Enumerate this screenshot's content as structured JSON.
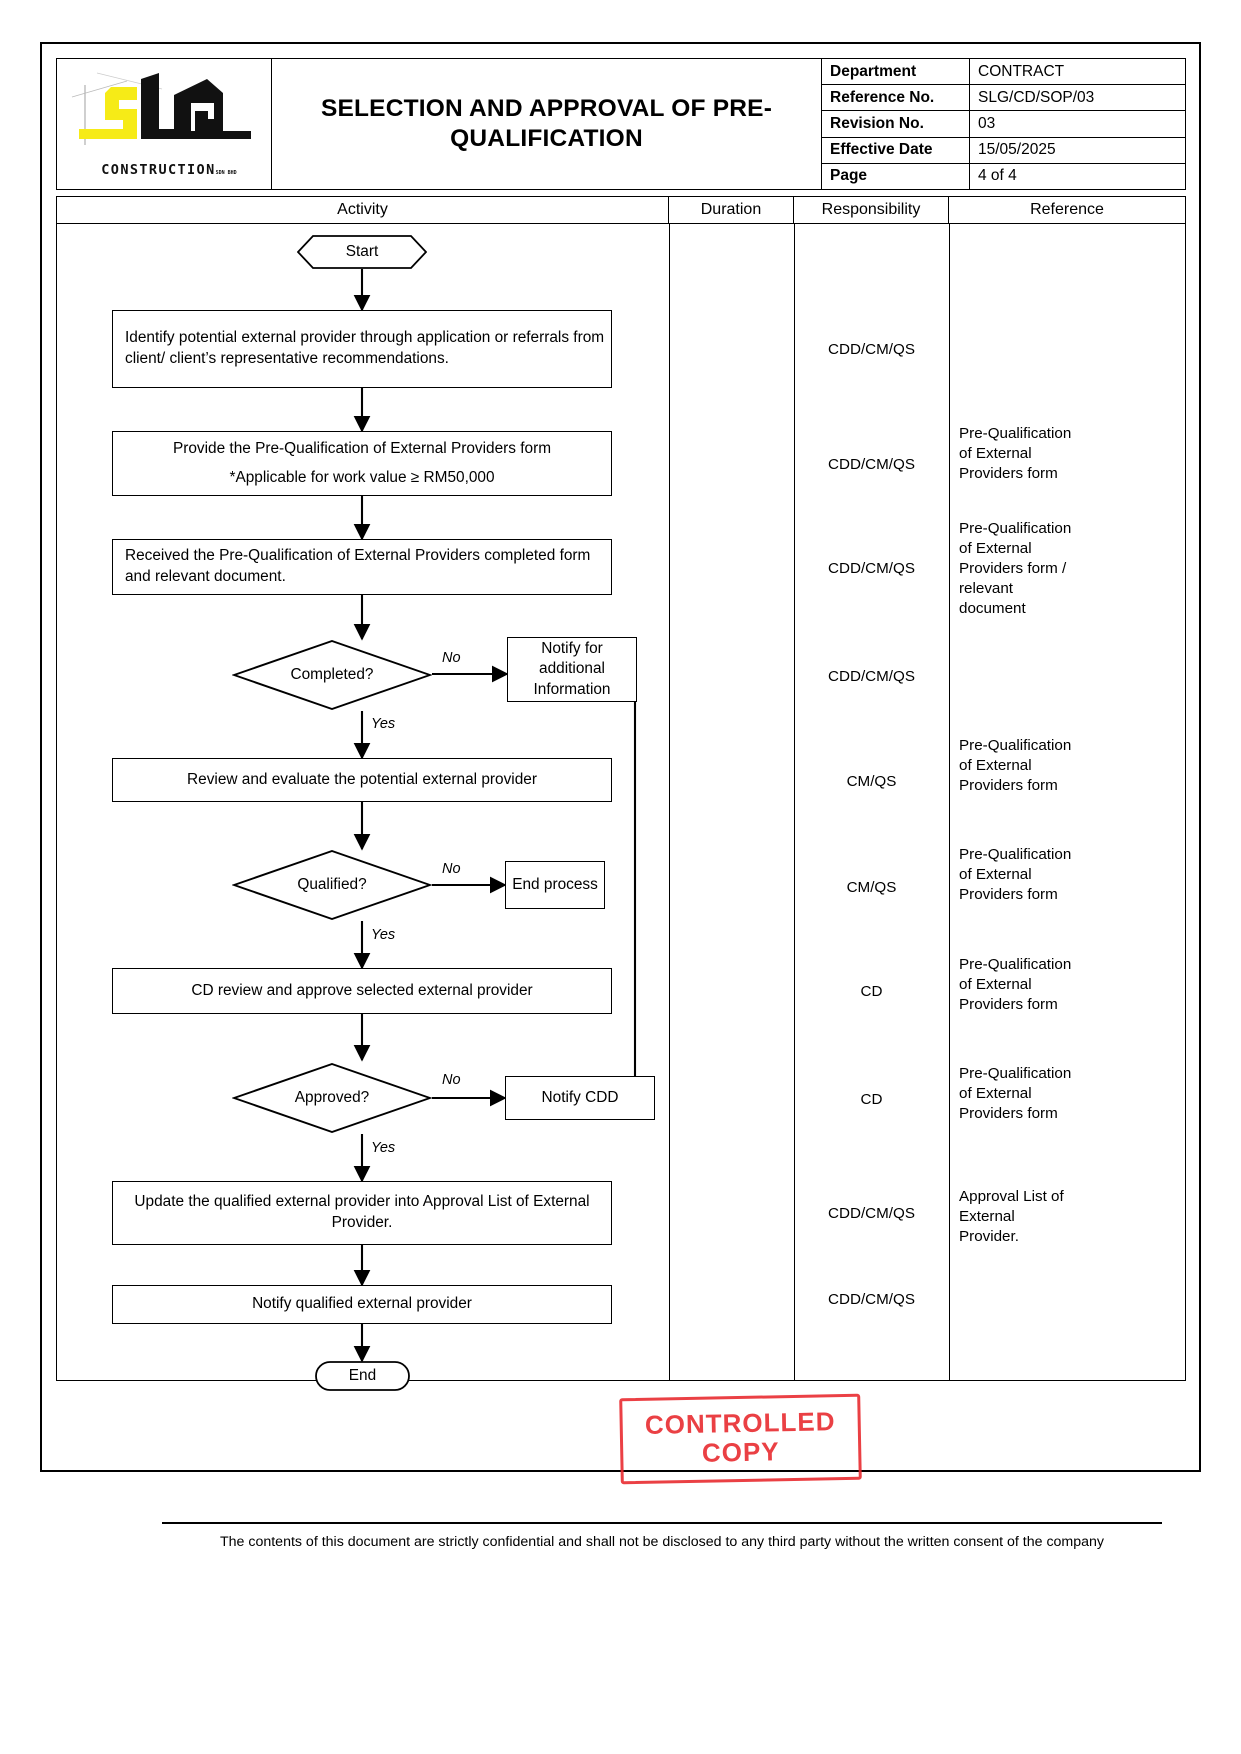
{
  "header": {
    "title": "SELECTION AND APPROVAL OF PRE-QUALIFICATION",
    "logo_text": "CONSTRUCTION",
    "logo_sub": "SDN BHD",
    "meta": [
      {
        "key": "Department",
        "value": "CONTRACT"
      },
      {
        "key": "Reference No.",
        "value": "SLG/CD/SOP/03"
      },
      {
        "key": "Revision No.",
        "value": "03"
      },
      {
        "key": "Effective Date",
        "value": "15/05/2025"
      },
      {
        "key": "Page",
        "value": "4 of 4"
      }
    ]
  },
  "columns": {
    "activity": "Activity",
    "duration": "Duration",
    "responsibility": "Responsibility",
    "reference": "Reference"
  },
  "flow": {
    "start": "Start",
    "end": "End",
    "steps": [
      {
        "id": "identify",
        "text": "Identify potential external provider through application or referrals from client/ client’s representative recommendations."
      },
      {
        "id": "provide",
        "line1": "Provide the Pre-Qualification of External Providers form",
        "line2": "*Applicable for work value ≥ RM50,000"
      },
      {
        "id": "received",
        "text": "Received the Pre-Qualification of External Providers completed form and relevant document."
      },
      {
        "id": "review",
        "text": "Review and evaluate the potential external provider"
      },
      {
        "id": "cd-review",
        "text": "CD review and approve selected external provider"
      },
      {
        "id": "update",
        "text": "Update the qualified external provider into Approval List of External Provider."
      },
      {
        "id": "notify-provider",
        "text": "Notify qualified external provider"
      }
    ],
    "decisions": [
      {
        "id": "completed",
        "text": "Completed?",
        "no": "No",
        "yes": "Yes"
      },
      {
        "id": "qualified",
        "text": "Qualified?",
        "no": "No",
        "yes": "Yes"
      },
      {
        "id": "approved",
        "text": "Approved?",
        "no": "No",
        "yes": "Yes"
      }
    ],
    "side_boxes": [
      {
        "id": "notify-additional",
        "text": "Notify for additional Information"
      },
      {
        "id": "end-process",
        "text": "End process"
      },
      {
        "id": "notify-cdd",
        "text": "Notify CDD"
      }
    ]
  },
  "responsibility": [
    "CDD/CM/QS",
    "CDD/CM/QS",
    "CDD/CM/QS",
    "CDD/CM/QS",
    "CM/QS",
    "CM/QS",
    "CD",
    "CD",
    "CDD/CM/QS",
    "CDD/CM/QS"
  ],
  "reference": [
    "Pre-Qualification of External Providers form",
    "Pre-Qualification of External Providers form / relevant document",
    "Pre-Qualification of External Providers form",
    "Pre-Qualification of External Providers form",
    "Pre-Qualification of External Providers form",
    "Pre-Qualification of External Providers form",
    "Approval List of External Provider."
  ],
  "stamp": {
    "line1": "CONTROLLED",
    "line2": "COPY",
    "color": "#e8262b"
  },
  "footer": {
    "text": "The contents of this document are strictly confidential and shall not be disclosed to any third party without the written consent of the company"
  }
}
